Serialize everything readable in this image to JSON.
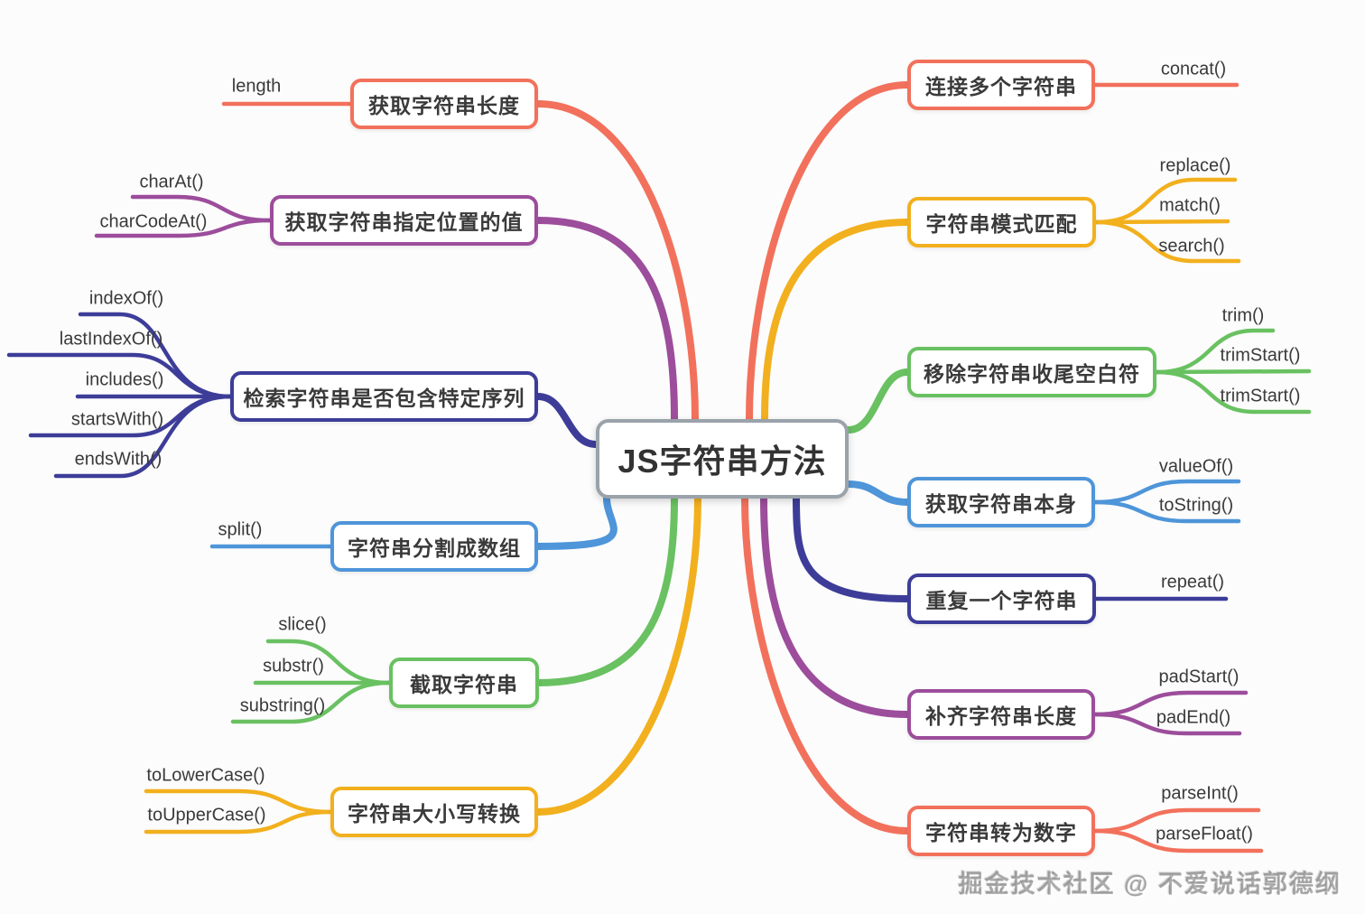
{
  "title": "JS字符串方法",
  "watermark": "掘金技术社区 @ 不爱说话郭德纲",
  "colors": {
    "salmon": "#F2715C",
    "purple": "#9C4D9B",
    "navy": "#3D3D99",
    "blue": "#4E95D9",
    "green": "#69C161",
    "yellow": "#F2B01E",
    "center_border": "#9AA2AA",
    "text": "#3A3A3A"
  },
  "left_branches": [
    {
      "label": "获取字符串长度",
      "color": "salmon",
      "methods": [
        "length"
      ]
    },
    {
      "label": "获取字符串指定位置的值",
      "color": "purple",
      "methods": [
        "charAt()",
        "charCodeAt()"
      ]
    },
    {
      "label": "检索字符串是否包含特定序列",
      "color": "navy",
      "methods": [
        "indexOf()",
        "lastIndexOf()",
        "includes()",
        "startsWith()",
        "endsWith()"
      ]
    },
    {
      "label": "字符串分割成数组",
      "color": "blue",
      "methods": [
        "split()"
      ]
    },
    {
      "label": "截取字符串",
      "color": "green",
      "methods": [
        "slice()",
        "substr()",
        "substring()"
      ]
    },
    {
      "label": "字符串大小写转换",
      "color": "yellow",
      "methods": [
        "toLowerCase()",
        "toUpperCase()"
      ]
    }
  ],
  "right_branches": [
    {
      "label": "连接多个字符串",
      "color": "salmon",
      "methods": [
        "concat()"
      ]
    },
    {
      "label": "字符串模式匹配",
      "color": "yellow",
      "methods": [
        "replace()",
        "match()",
        "search()"
      ]
    },
    {
      "label": "移除字符串收尾空白符",
      "color": "green",
      "methods": [
        "trim()",
        "trimStart()",
        "trimStart()"
      ]
    },
    {
      "label": "获取字符串本身",
      "color": "blue",
      "methods": [
        "valueOf()",
        "toString()"
      ]
    },
    {
      "label": "重复一个字符串",
      "color": "navy",
      "methods": [
        "repeat()"
      ]
    },
    {
      "label": "补齐字符串长度",
      "color": "purple",
      "methods": [
        "padStart()",
        "padEnd()"
      ]
    },
    {
      "label": "字符串转为数字",
      "color": "salmon",
      "methods": [
        "parseInt()",
        "parseFloat()"
      ]
    }
  ]
}
